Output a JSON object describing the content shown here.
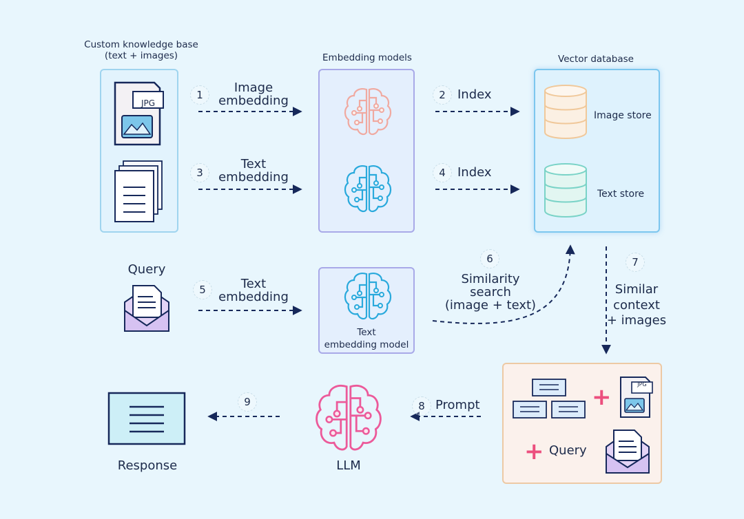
{
  "knowledge_base": {
    "title_line1": "Custom knowledge base",
    "title_line2": "(text + images)"
  },
  "embedding_models": {
    "title": "Embedding models"
  },
  "vector_db": {
    "title": "Vector database",
    "image_store": "Image store",
    "text_store": "Text store"
  },
  "steps": {
    "s1": {
      "num": "1",
      "line1": "Image",
      "line2": "embedding"
    },
    "s2": {
      "num": "2",
      "label": "Index"
    },
    "s3": {
      "num": "3",
      "line1": "Text",
      "line2": "embedding"
    },
    "s4": {
      "num": "4",
      "label": "Index"
    },
    "s5": {
      "num": "5",
      "line1": "Text",
      "line2": "embedding"
    },
    "s6": {
      "num": "6",
      "line1": "Similarity",
      "line2": "search",
      "line3": "(image + text)"
    },
    "s7": {
      "num": "7",
      "line1": "Similar",
      "line2": "context",
      "line3": "+ images"
    },
    "s8": {
      "num": "8",
      "label": "Prompt"
    },
    "s9": {
      "num": "9"
    }
  },
  "query": {
    "label": "Query"
  },
  "text_model": {
    "line1": "Text",
    "line2": "embedding model"
  },
  "combined": {
    "query_label": "Query"
  },
  "llm": {
    "label": "LLM"
  },
  "response": {
    "label": "Response"
  },
  "icons": {
    "jpg_tag": "JPG",
    "jpg_tag_small": "JPG"
  },
  "colors": {
    "arrow": "#16285a",
    "brain_teal": "#29a9dc",
    "brain_salmon": "#f0a9a0",
    "llm_pink": "#ec5a9a",
    "plus_pink": "#ec4f7e",
    "db_orange": "#f0c89a",
    "db_teal": "#7ad3c7"
  }
}
